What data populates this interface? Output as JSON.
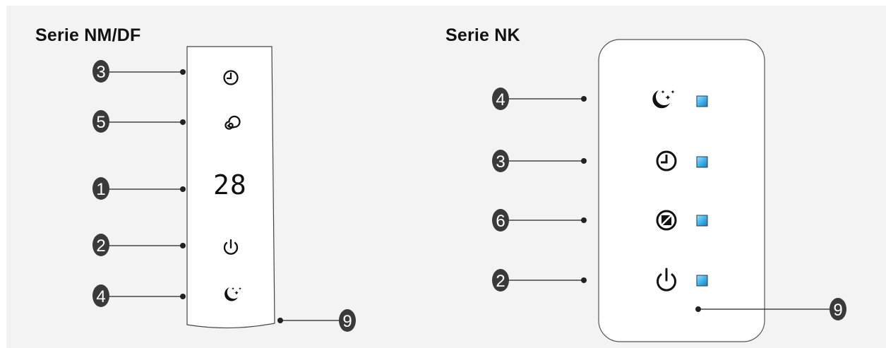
{
  "titles": {
    "left": "Serie NM/DF",
    "right": "Serie NK"
  },
  "nmdf": {
    "callouts": [
      "3",
      "5",
      "1",
      "2",
      "4"
    ],
    "bottom_callout": "9",
    "display_value": "28",
    "icons": [
      "clock-icon",
      "swirl-icon",
      "display",
      "power-icon",
      "sleep-moon-stars-icon"
    ]
  },
  "nk": {
    "callouts": [
      "4",
      "3",
      "6",
      "2"
    ],
    "bottom_callout": "9",
    "icons": [
      "sleep-moon-stars-icon",
      "clock-icon",
      "slash-mode-icon",
      "power-icon"
    ],
    "indicator_color": "#3aaee8"
  },
  "colors": {
    "badge": "#3a3a3a",
    "panel_stroke": "#555555",
    "indicator": "#3aaee8"
  }
}
